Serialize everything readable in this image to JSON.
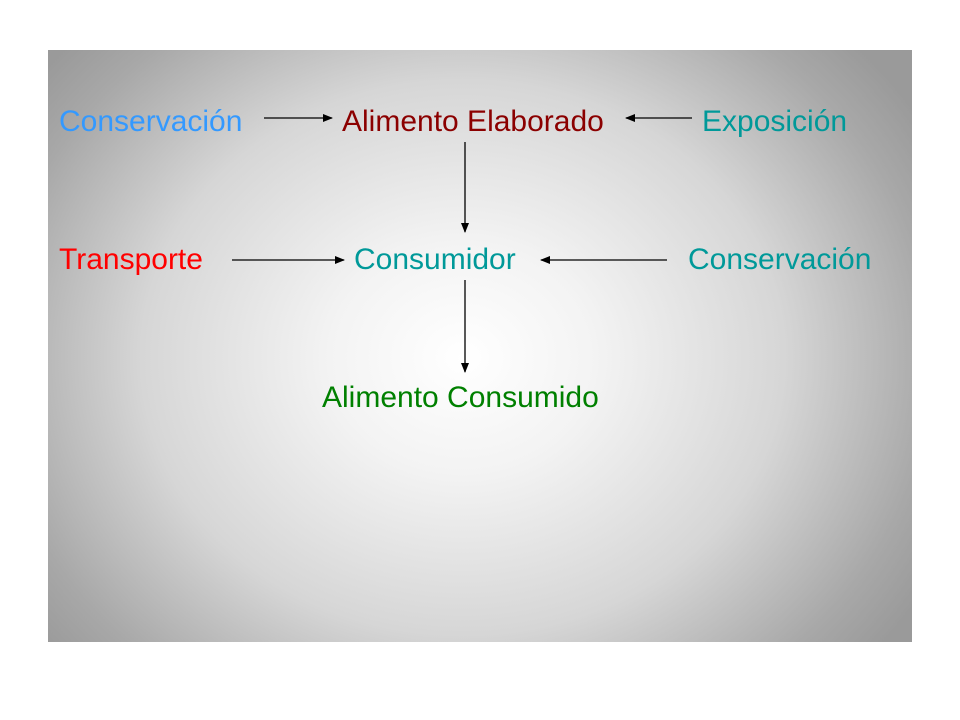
{
  "colors": {
    "blue": "#3399FF",
    "dark_red": "#8B0000",
    "teal": "#009999",
    "red": "#FF0000",
    "green": "#008000",
    "arrow": "#000000"
  },
  "diagram": {
    "nodes": {
      "conservacion_top": "Conservación",
      "alimento_elaborado": "Alimento Elaborado",
      "exposicion": "Exposición",
      "transporte": "Transporte",
      "consumidor": "Consumidor",
      "conservacion_right": "Conservación",
      "alimento_consumido": "Alimento Consumido"
    },
    "edges": [
      {
        "from": "Conservación",
        "to": "Alimento Elaborado"
      },
      {
        "from": "Exposición",
        "to": "Alimento Elaborado"
      },
      {
        "from": "Alimento Elaborado",
        "to": "Consumidor"
      },
      {
        "from": "Transporte",
        "to": "Consumidor"
      },
      {
        "from": "Conservación",
        "to": "Consumidor"
      },
      {
        "from": "Consumidor",
        "to": "Alimento Consumido"
      }
    ]
  }
}
